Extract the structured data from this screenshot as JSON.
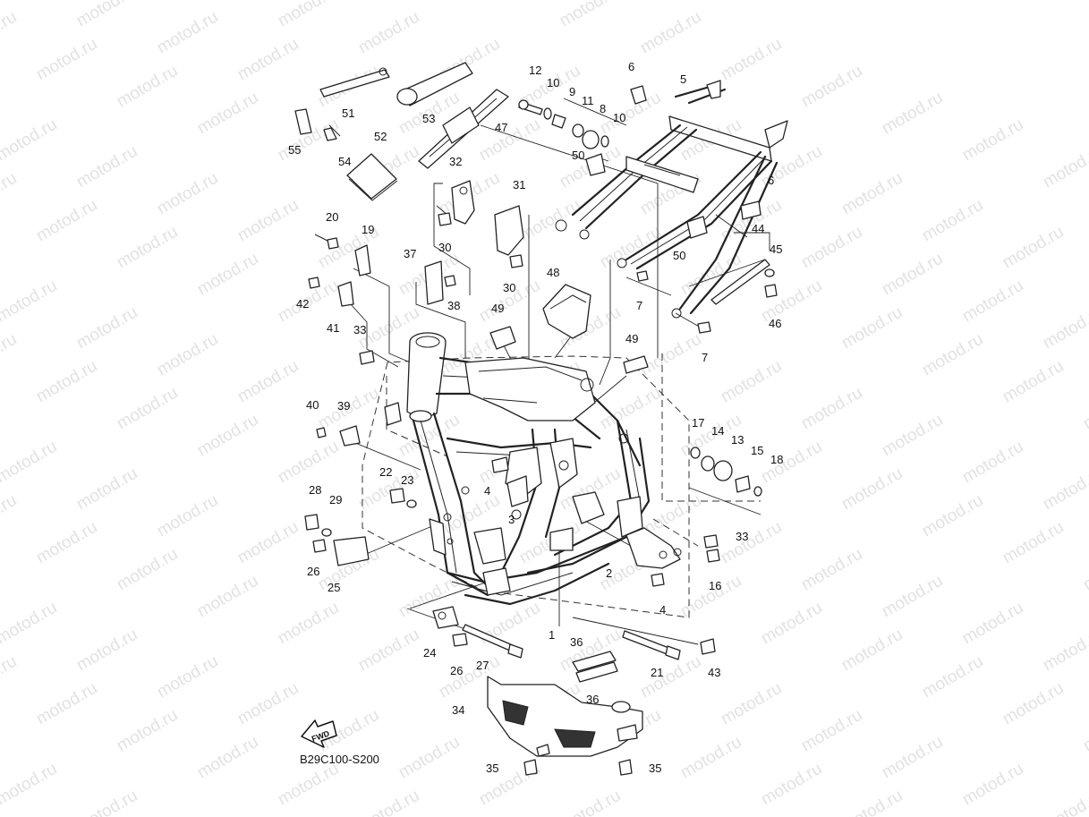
{
  "watermark": {
    "text": "motod.ru"
  },
  "diagram_code": "B29C100-S200",
  "fwd_label": "FWD",
  "callouts": [
    {
      "id": "c-1",
      "label": "1"
    },
    {
      "id": "c-2",
      "label": "2"
    },
    {
      "id": "c-3",
      "label": "3"
    },
    {
      "id": "c-4a",
      "label": "4"
    },
    {
      "id": "c-4b",
      "label": "4"
    },
    {
      "id": "c-5",
      "label": "5"
    },
    {
      "id": "c-6a",
      "label": "6"
    },
    {
      "id": "c-6b",
      "label": "6"
    },
    {
      "id": "c-7a",
      "label": "7"
    },
    {
      "id": "c-7b",
      "label": "7"
    },
    {
      "id": "c-8",
      "label": "8"
    },
    {
      "id": "c-9",
      "label": "9"
    },
    {
      "id": "c-10a",
      "label": "10"
    },
    {
      "id": "c-10b",
      "label": "10"
    },
    {
      "id": "c-11",
      "label": "11"
    },
    {
      "id": "c-12",
      "label": "12"
    },
    {
      "id": "c-13",
      "label": "13"
    },
    {
      "id": "c-14",
      "label": "14"
    },
    {
      "id": "c-15",
      "label": "15"
    },
    {
      "id": "c-16",
      "label": "16"
    },
    {
      "id": "c-17",
      "label": "17"
    },
    {
      "id": "c-18",
      "label": "18"
    },
    {
      "id": "c-19",
      "label": "19"
    },
    {
      "id": "c-20",
      "label": "20"
    },
    {
      "id": "c-21",
      "label": "21"
    },
    {
      "id": "c-22",
      "label": "22"
    },
    {
      "id": "c-23",
      "label": "23"
    },
    {
      "id": "c-24",
      "label": "24"
    },
    {
      "id": "c-25",
      "label": "25"
    },
    {
      "id": "c-26a",
      "label": "26"
    },
    {
      "id": "c-26b",
      "label": "26"
    },
    {
      "id": "c-27",
      "label": "27"
    },
    {
      "id": "c-28",
      "label": "28"
    },
    {
      "id": "c-29",
      "label": "29"
    },
    {
      "id": "c-30a",
      "label": "30"
    },
    {
      "id": "c-30b",
      "label": "30"
    },
    {
      "id": "c-31",
      "label": "31"
    },
    {
      "id": "c-32",
      "label": "32"
    },
    {
      "id": "c-33a",
      "label": "33"
    },
    {
      "id": "c-33b",
      "label": "33"
    },
    {
      "id": "c-34",
      "label": "34"
    },
    {
      "id": "c-35a",
      "label": "35"
    },
    {
      "id": "c-35b",
      "label": "35"
    },
    {
      "id": "c-36a",
      "label": "36"
    },
    {
      "id": "c-36b",
      "label": "36"
    },
    {
      "id": "c-37",
      "label": "37"
    },
    {
      "id": "c-38",
      "label": "38"
    },
    {
      "id": "c-39",
      "label": "39"
    },
    {
      "id": "c-40",
      "label": "40"
    },
    {
      "id": "c-41",
      "label": "41"
    },
    {
      "id": "c-42",
      "label": "42"
    },
    {
      "id": "c-43",
      "label": "43"
    },
    {
      "id": "c-44",
      "label": "44"
    },
    {
      "id": "c-45",
      "label": "45"
    },
    {
      "id": "c-46",
      "label": "46"
    },
    {
      "id": "c-47",
      "label": "47"
    },
    {
      "id": "c-48",
      "label": "48"
    },
    {
      "id": "c-49a",
      "label": "49"
    },
    {
      "id": "c-49b",
      "label": "49"
    },
    {
      "id": "c-50a",
      "label": "50"
    },
    {
      "id": "c-50b",
      "label": "50"
    },
    {
      "id": "c-51",
      "label": "51"
    },
    {
      "id": "c-52",
      "label": "52"
    },
    {
      "id": "c-53",
      "label": "53"
    },
    {
      "id": "c-54",
      "label": "54"
    },
    {
      "id": "c-55",
      "label": "55"
    }
  ]
}
